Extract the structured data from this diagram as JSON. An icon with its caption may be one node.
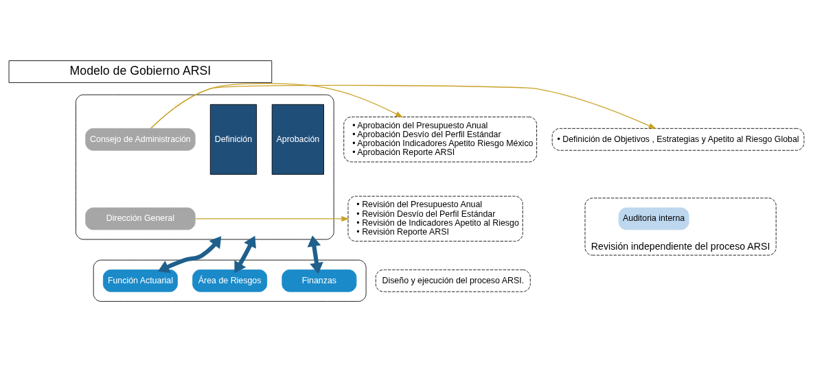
{
  "diagram": {
    "nodes": [
      {
        "text": [
          "Modelo de Gobierno ARSI"
        ]
      },
      {
        "text": [],
        "shape": "box"
      },
      {
        "text": [
          "Aprobación"
        ],
        "in": 1
      },
      {
        "text": [
          "Definición"
        ],
        "in": 1
      },
      {
        "text": [
          "Consejo de Administración"
        ],
        "in": 1
      },
      {
        "text": [
          "Dirección General"
        ],
        "in": 1
      },
      {
        "text": [
          "• Aprobación del Presupuesto Anual",
          "• Aprobación Desvío del Perfil Estándar",
          "• Aprobación Indicadores Apetito Riesgo México",
          "• Aprobación Reporte ARSI"
        ]
      },
      {
        "text": [
          "• Revisión del Presupuesto Anual",
          "• Revisión Desvío del Perfil Estándar",
          "• Revisión de Indicadores Apetito al Riesgo",
          "• Revisión Reporte ARSI"
        ]
      },
      {
        "text": [
          "• Definición de Objetivos , Estrategias y Apetito al Riesgo Global"
        ]
      },
      {
        "text": [
          "Revisión independiente del proceso ARSI"
        ]
      },
      {
        "text": [
          "Auditoria interna"
        ],
        "in": 9
      },
      {
        "text": [],
        "shape": "box"
      },
      {
        "text": [
          "Área de Riesgos"
        ],
        "in": 11
      },
      {
        "text": [
          "Función Actuarial"
        ],
        "in": 11
      },
      {
        "text": [
          "Finanzas"
        ],
        "in": 11
      },
      {
        "text": [
          "Diseño y ejecución del proceso ARSI."
        ]
      }
    ],
    "edges": [
      {
        "from": 4,
        "to": 6,
        "arrow": "to"
      },
      {
        "from": 4,
        "to": 8,
        "arrow": "to"
      },
      {
        "from": 5,
        "to": 7,
        "arrow": "to"
      },
      {
        "from": 1,
        "to": 12,
        "arrow": "both",
        "style": "thick",
        "color": "#1f5f8b"
      },
      {
        "from": 1,
        "to": 13,
        "arrow": "both",
        "style": "thick",
        "color": "#1f5f8b"
      },
      {
        "from": 1,
        "to": 14,
        "arrow": "both",
        "style": "thick",
        "color": "#1f5f8b"
      }
    ]
  }
}
